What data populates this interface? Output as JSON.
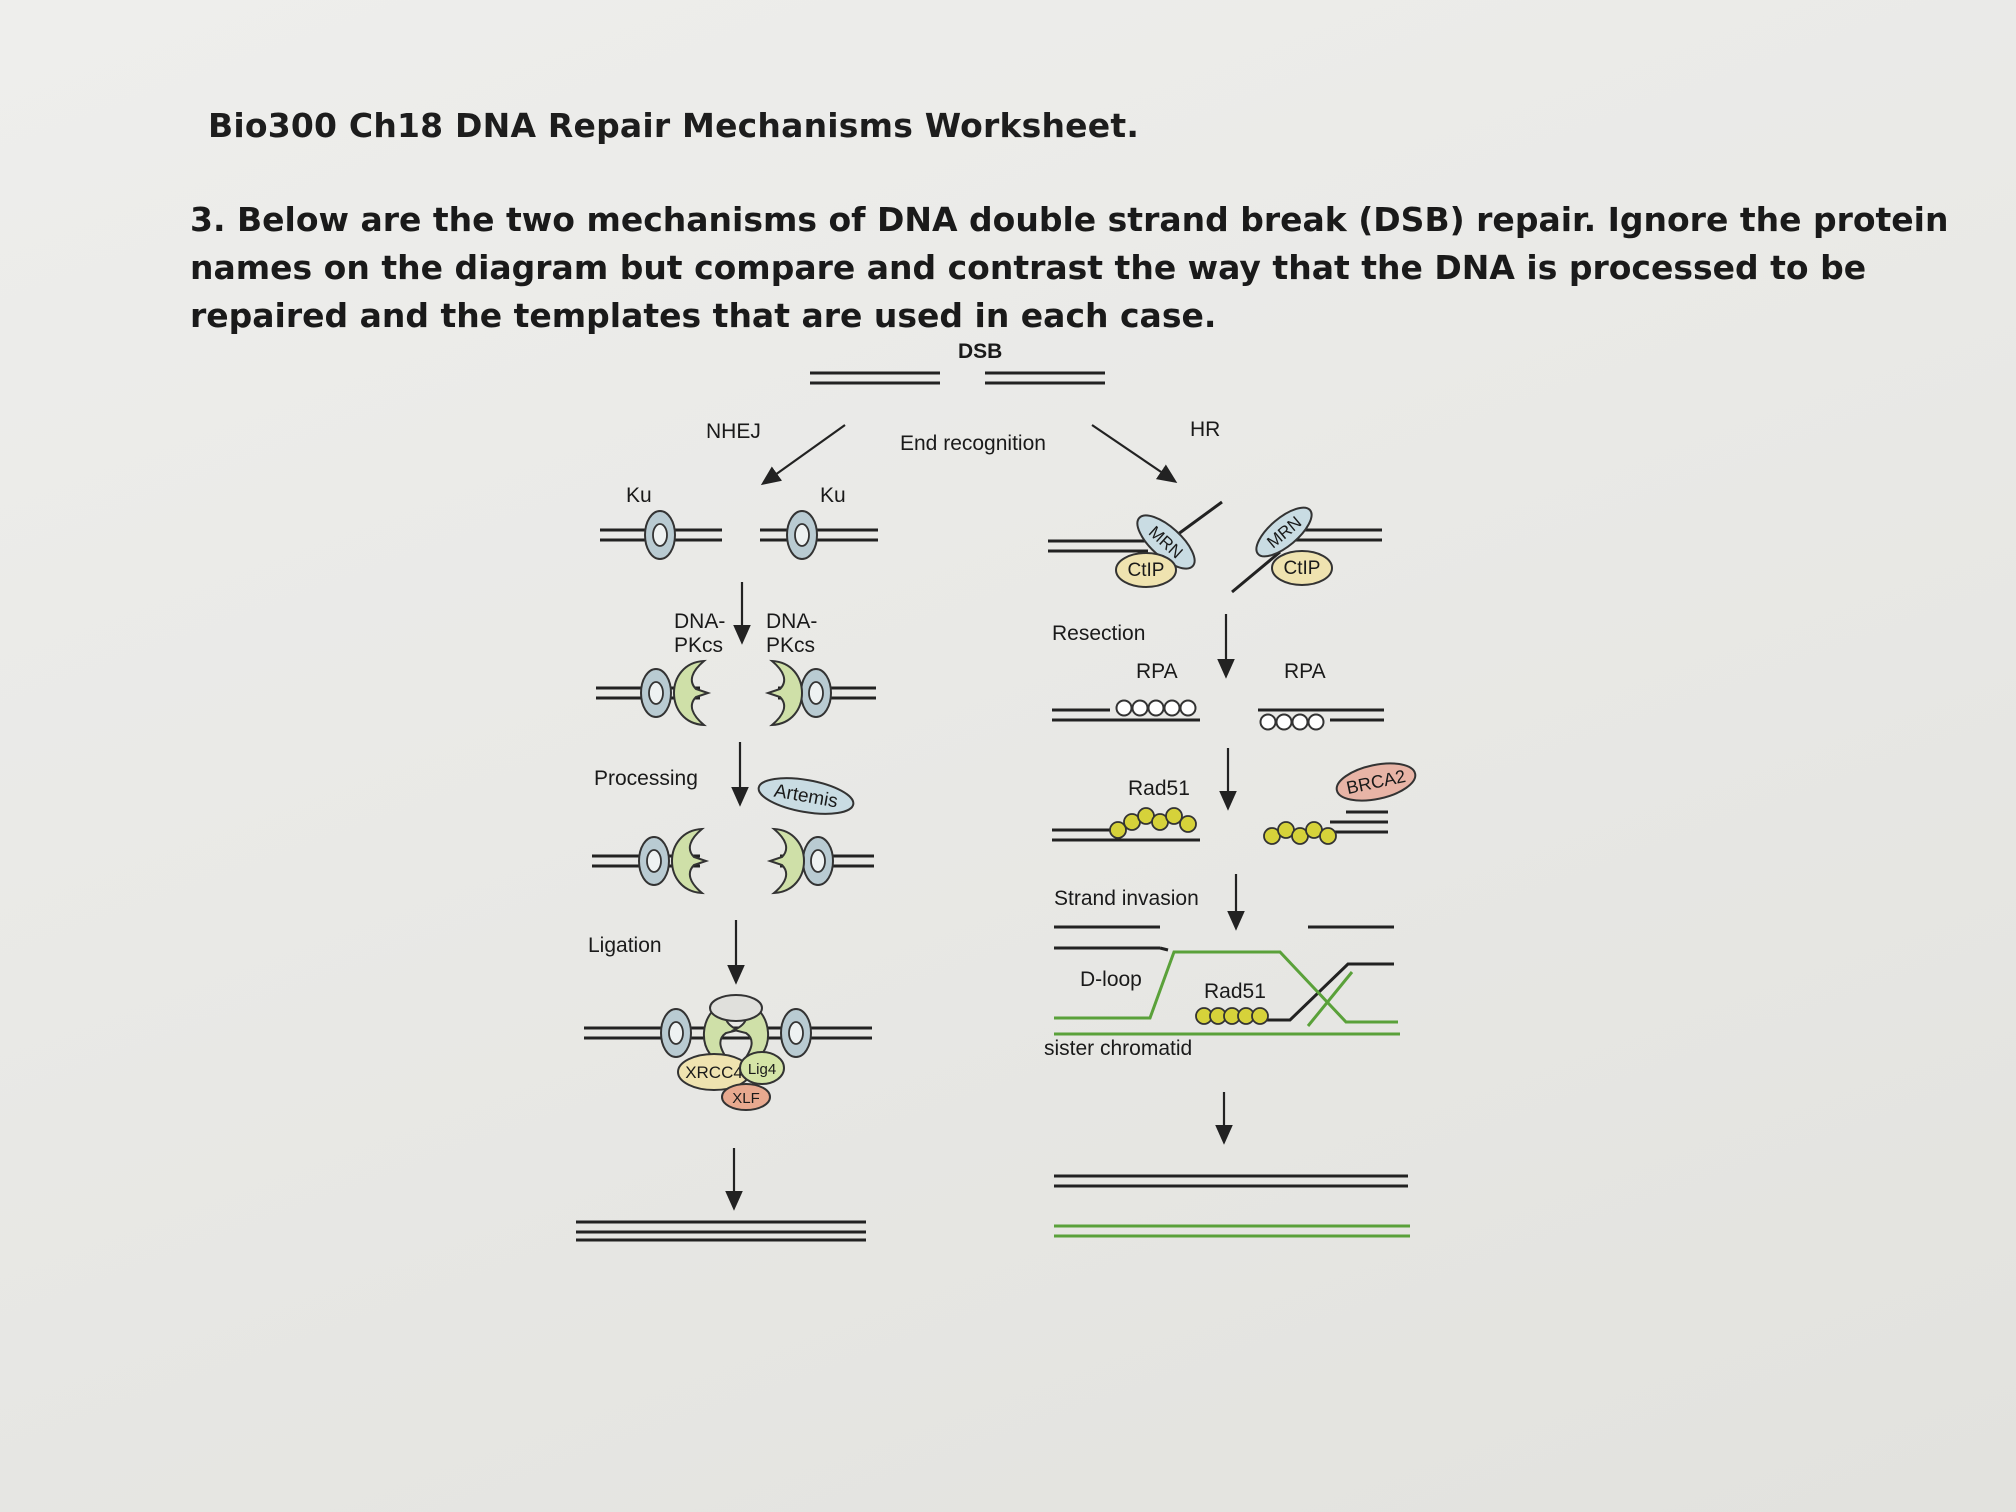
{
  "worksheet": {
    "title": "Bio300 Ch18 DNA Repair Mechanisms Worksheet.",
    "question_lines": [
      "3. Below are the two mechanisms of DNA double strand break (DSB) repair. Ignore the protein",
      "names on the diagram but compare and contrast the way that the DNA is processed to be",
      "repaired and the templates that are used in each case."
    ]
  },
  "diagram": {
    "dsb": "DSB",
    "end_recognition": "End recognition",
    "nhej": {
      "pathway": "NHEJ",
      "ku_left": "Ku",
      "ku_right": "Ku",
      "dnapk_left_1": "DNA-",
      "dnapk_left_2": "PKcs",
      "dnapk_right_1": "DNA-",
      "dnapk_right_2": "PKcs",
      "processing": "Processing",
      "artemis": "Artemis",
      "ligation": "Ligation",
      "xrcc4": "XRCC4",
      "lig4": "Lig4",
      "xlf": "XLF"
    },
    "hr": {
      "pathway": "HR",
      "mrn_left": "MRN",
      "mrn_right": "MRN",
      "ctip_left": "CtIP",
      "ctip_right": "CtIP",
      "resection": "Resection",
      "rpa_left": "RPA",
      "rpa_right": "RPA",
      "rad51": "Rad51",
      "brca2": "BRCA2",
      "strand_invasion": "Strand invasion",
      "dloop": "D-loop",
      "rad51_dloop": "Rad51",
      "sister_chromatid": "sister chromatid"
    },
    "colors": {
      "ku": "#b9cbd2",
      "dnapk": "#cfe0a8",
      "artemis": "#c9dce3",
      "ctip": "#efe3b0",
      "mrn": "#c9dce3",
      "rad51": "#d6d23a",
      "brca2": "#e8b4a6",
      "xlf": "#e8a98f",
      "sister_chromatid": "#5aa13a"
    }
  }
}
